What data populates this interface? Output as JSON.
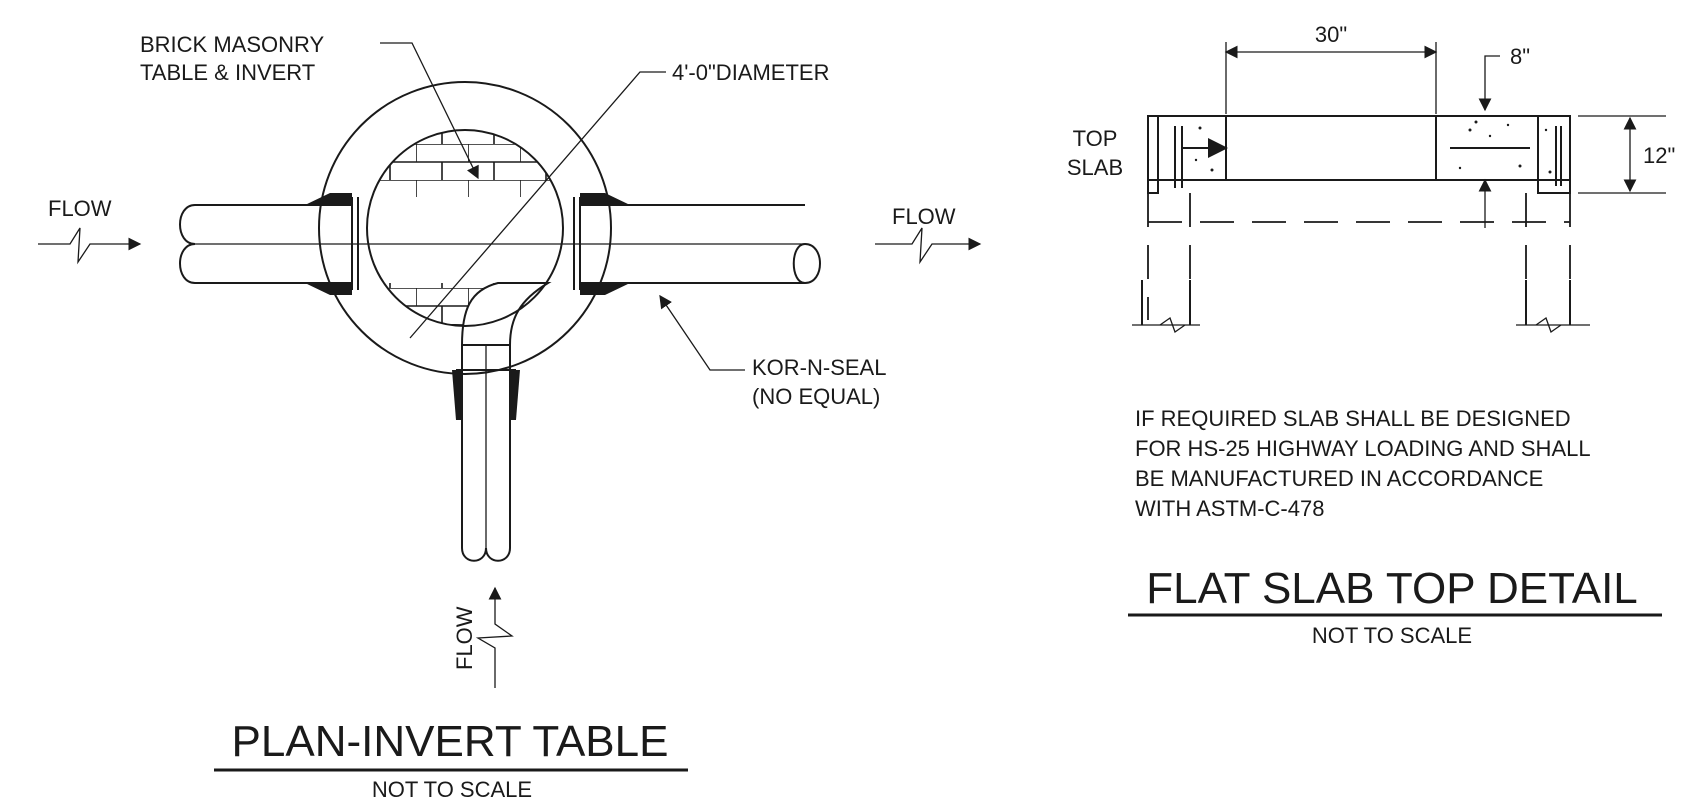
{
  "plan": {
    "label_brick_line1": "BRICK MASONRY",
    "label_brick_line2": "TABLE & INVERT",
    "label_diameter": "4'-0\"DIAMETER",
    "label_flow_left": "FLOW",
    "label_flow_right": "FLOW",
    "label_flow_bottom": "FLOW",
    "label_seal_line1": "KOR-N-SEAL",
    "label_seal_line2": "(NO EQUAL)",
    "title": "PLAN-INVERT TABLE",
    "subtitle": "NOT TO SCALE"
  },
  "slab": {
    "dim_opening": "30\"",
    "dim_edge": "8\"",
    "dim_thickness": "12\"",
    "label_top_line1": "TOP",
    "label_top_line2": "SLAB",
    "note_lines": [
      "IF REQUIRED SLAB SHALL BE DESIGNED",
      "FOR HS-25 HIGHWAY LOADING AND SHALL",
      "BE MANUFACTURED IN ACCORDANCE",
      "WITH ASTM-C-478"
    ],
    "title": "FLAT SLAB TOP DETAIL",
    "subtitle": "NOT TO SCALE"
  },
  "colors": {
    "ink": "#1a1a1a",
    "paper": "#ffffff"
  }
}
